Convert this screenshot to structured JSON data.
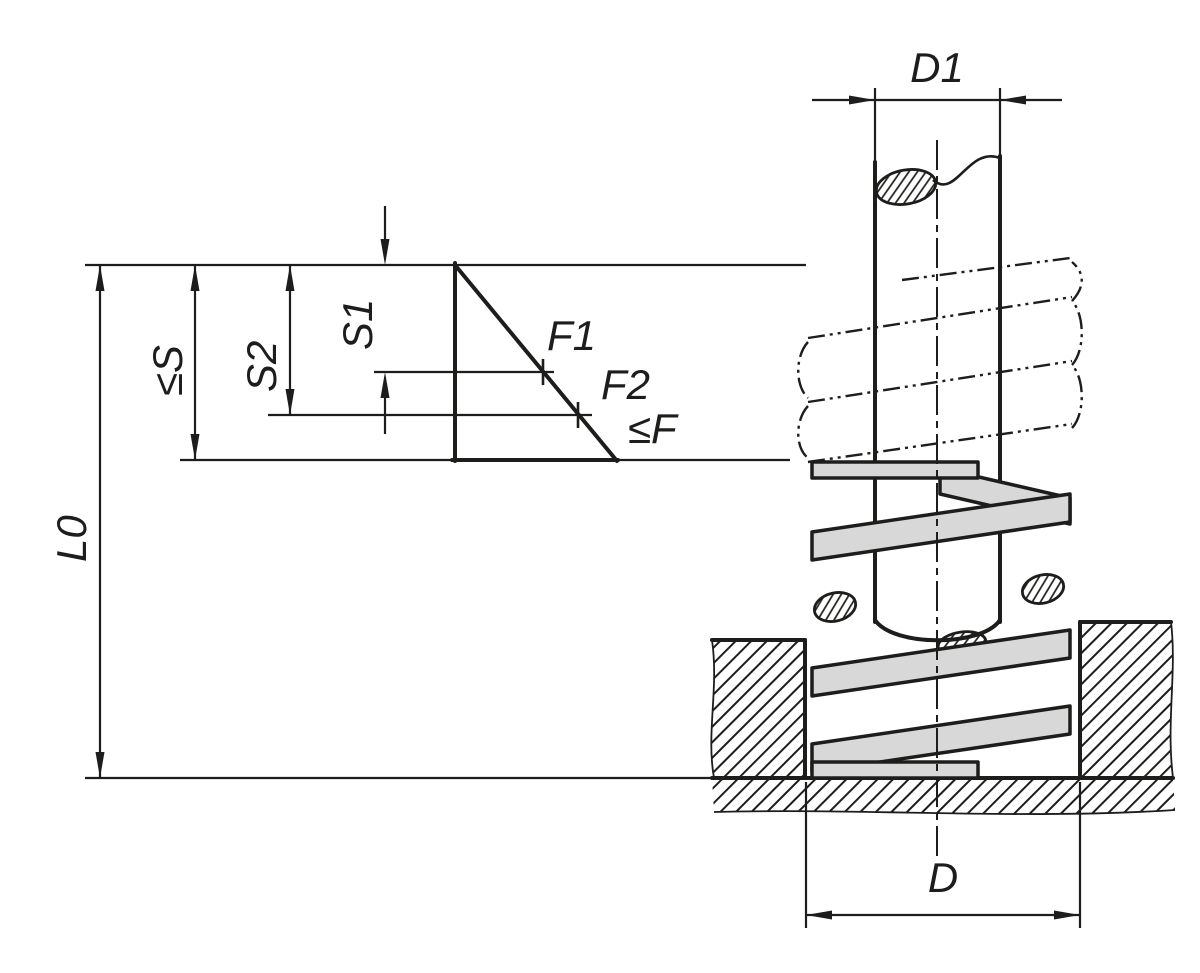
{
  "drawing": {
    "colors": {
      "line": "#1d1d1b",
      "spring_fill": "#d8d8d8",
      "background": "#ffffff"
    },
    "labels": {
      "d1": "D1",
      "d": "D",
      "l0": "L0",
      "s_max": "≤S",
      "s2": "S2",
      "s1": "S1",
      "f1": "F1",
      "f2": "F2",
      "f_max": "≤F"
    }
  }
}
